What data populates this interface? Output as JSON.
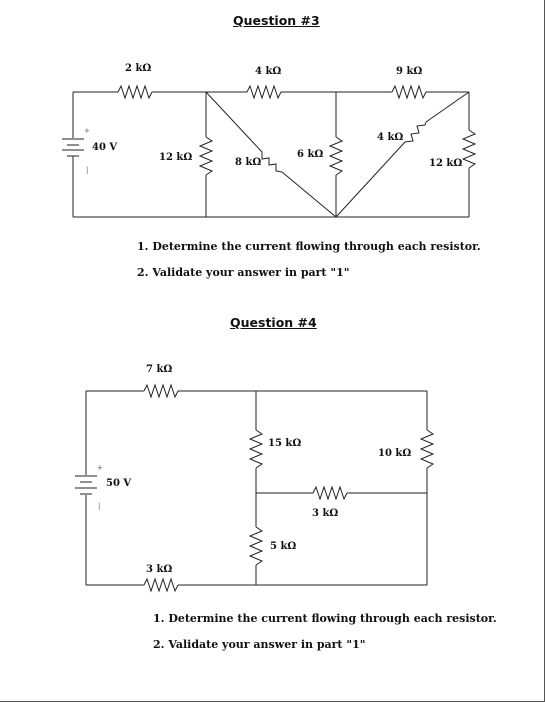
{
  "question3": {
    "title": "Question #3",
    "source_label": "40 V",
    "resistors": {
      "r_top_left": "2 kΩ",
      "r_top_mid": "4 kΩ",
      "r_top_right": "9 kΩ",
      "r_vertical_left": "12 kΩ",
      "r_diag_8k": "8 kΩ",
      "r_vertical_mid": "6 kΩ",
      "r_diag_4k": "4 kΩ",
      "r_vertical_right": "12 kΩ"
    },
    "tasks": [
      "1. Determine the current flowing through each resistor.",
      "2. Validate your answer in part \"1\""
    ]
  },
  "question4": {
    "title": "Question #4",
    "source_label": "50 V",
    "resistors": {
      "r_top": "7 kΩ",
      "r_mid_upper": "15 kΩ",
      "r_right": "10 kΩ",
      "r_horizontal": "3 kΩ",
      "r_mid_lower": "5 kΩ",
      "r_bottom": "3 kΩ"
    },
    "tasks": [
      "1. Determine the current flowing through each resistor.",
      "2. Validate your answer in part \"1\""
    ]
  },
  "polarity": {
    "plus": "+",
    "minus": "|"
  }
}
